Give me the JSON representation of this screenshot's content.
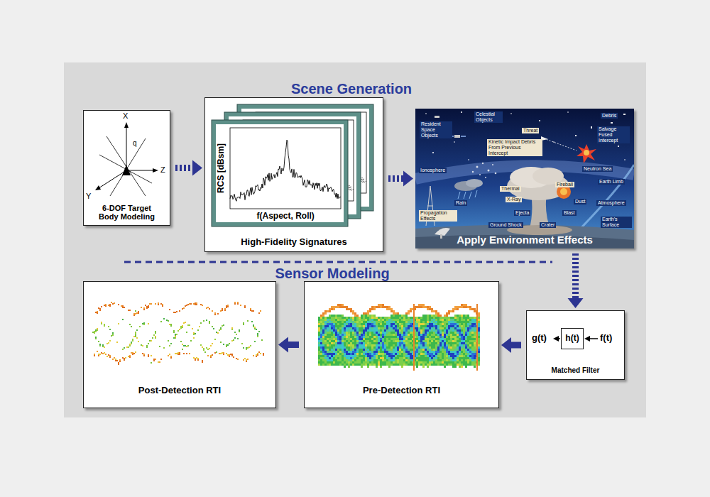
{
  "diagram": {
    "nodes": [
      {
        "text": [
          "6-DOF Target Body Modeling"
        ]
      },
      {
        "text": [
          "High-Fidelity Signatures"
        ]
      },
      {
        "text": [
          "Apply Environment Effects"
        ]
      },
      {
        "text": [
          "Post-Detection RTI"
        ]
      },
      {
        "text": [
          "Pre-Detection RTI"
        ]
      },
      {
        "text": [
          "Matched Filter"
        ]
      },
      {
        "text": [
          "h(t)"
        ],
        "in": 5
      }
    ],
    "edges": [
      {
        "from": 0,
        "to": 1,
        "arrow": "to"
      },
      {
        "from": 1,
        "to": 2,
        "arrow": "to"
      },
      {
        "from": 2,
        "to": 5,
        "arrow": "to"
      },
      {
        "from": 5,
        "to": 4,
        "arrow": "to"
      },
      {
        "from": 4,
        "to": 3,
        "arrow": "to"
      }
    ],
    "labels": [
      "Scene Generation",
      "Sensor Modeling",
      "X",
      "Z",
      "Y",
      "q",
      "RCS [dBsm]",
      "f(Aspect, Roll)",
      "Celestial Objects",
      "Resident Space Objects",
      "Threat",
      "Kinetic Impact Debris From Previous Intercept",
      "Debris",
      "Salvage Fused Intercept",
      "Ionosphere",
      "Thermal",
      "X-Ray",
      "Fireball",
      "Dust",
      "Blast",
      "Neutron Sea",
      "Earth Limb",
      "Atmosphere",
      "Earth's Surface",
      "Ejecta",
      "Crater",
      "Ground Shock",
      "Rain",
      "Propagation Effects",
      "g(t)",
      "f(t)"
    ]
  }
}
